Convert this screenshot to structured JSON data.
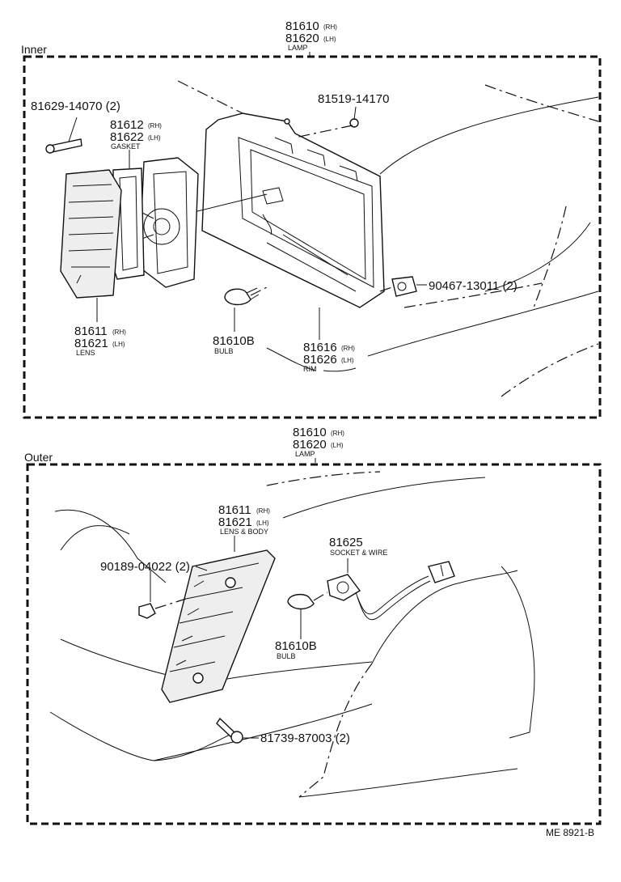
{
  "inner": {
    "section_label": "Inner",
    "lamp": {
      "rh": "81610",
      "rh_sfx": "(RH)",
      "lh": "81620",
      "lh_sfx": "(LH)",
      "name": "LAMP"
    },
    "screw": "81629-14070 (2)",
    "gasket": {
      "rh": "81612",
      "rh_sfx": "(RH)",
      "lh": "81622",
      "lh_sfx": "(LH)",
      "name": "GASKET"
    },
    "bolt": "81519-14170",
    "clip": "90467-13011 (2)",
    "lens": {
      "rh": "81611",
      "rh_sfx": "(RH)",
      "lh": "81621",
      "lh_sfx": "(LH)",
      "name": "LENS"
    },
    "bulb": {
      "pn": "81610B",
      "name": "BULB"
    },
    "rim": {
      "rh": "81616",
      "rh_sfx": "(RH)",
      "lh": "81626",
      "lh_sfx": "(LH)",
      "name": "RIM"
    }
  },
  "outer": {
    "section_label": "Outer",
    "lamp": {
      "rh": "81610",
      "rh_sfx": "(RH)",
      "lh": "81620",
      "lh_sfx": "(LH)",
      "name": "LAMP"
    },
    "lens_body": {
      "rh": "81611",
      "rh_sfx": "(RH)",
      "lh": "81621",
      "lh_sfx": "(LH)",
      "name": "LENS & BODY"
    },
    "nut": "90189-04022 (2)",
    "socket": {
      "pn": "81625",
      "name": "SOCKET & WIRE"
    },
    "bulb": {
      "pn": "81610B",
      "name": "BULB"
    },
    "screw": "81739-87003 (2)"
  },
  "footer": {
    "code": "ME 8921-B"
  }
}
